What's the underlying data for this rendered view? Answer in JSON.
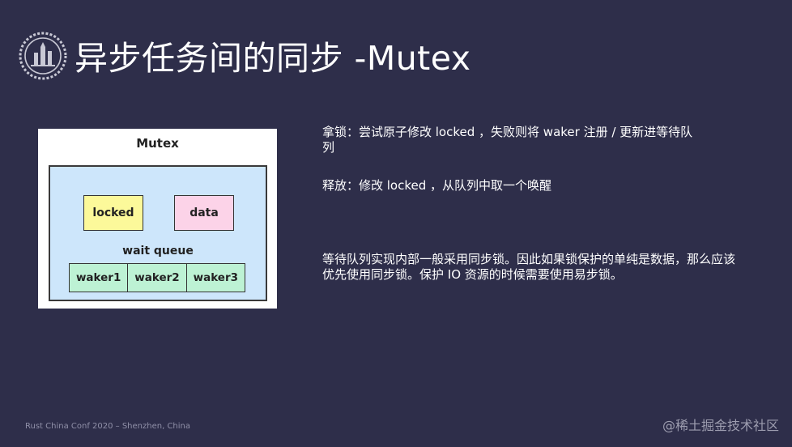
{
  "slide": {
    "title": "异步任务间的同步 -Mutex",
    "logo_icon": "rust-china-conf-logo-icon"
  },
  "diagram": {
    "mutex_label": "Mutex",
    "locked_label": "locked",
    "data_label": "data",
    "queue_label": "wait queue",
    "wakers": [
      "waker1",
      "waker2",
      "waker3"
    ],
    "colors": {
      "panel": "#ffffff",
      "mutex_fill": "#cde6fb",
      "locked_fill": "#fcf99a",
      "data_fill": "#fcd3e8",
      "waker_fill": "#bdf2d4"
    }
  },
  "content": {
    "acquire_text": "拿锁：尝试原子修改 locked ，失败则将 waker 注册 / 更新进等待队列",
    "release_text": "释放：修改 locked ，从队列中取一个唤醒",
    "note_text": "等待队列实现内部一般采用同步锁。因此如果锁保护的单纯是数据，那么应该优先使用同步锁。保护 IO 资源的时候需要使用易步锁。"
  },
  "footer": {
    "conference": "Rust China Conf 2020 – Shenzhen, China",
    "watermark": "@稀土掘金技术社区"
  },
  "theme": {
    "background": "#2e2e4a",
    "text": "#ffffff"
  }
}
